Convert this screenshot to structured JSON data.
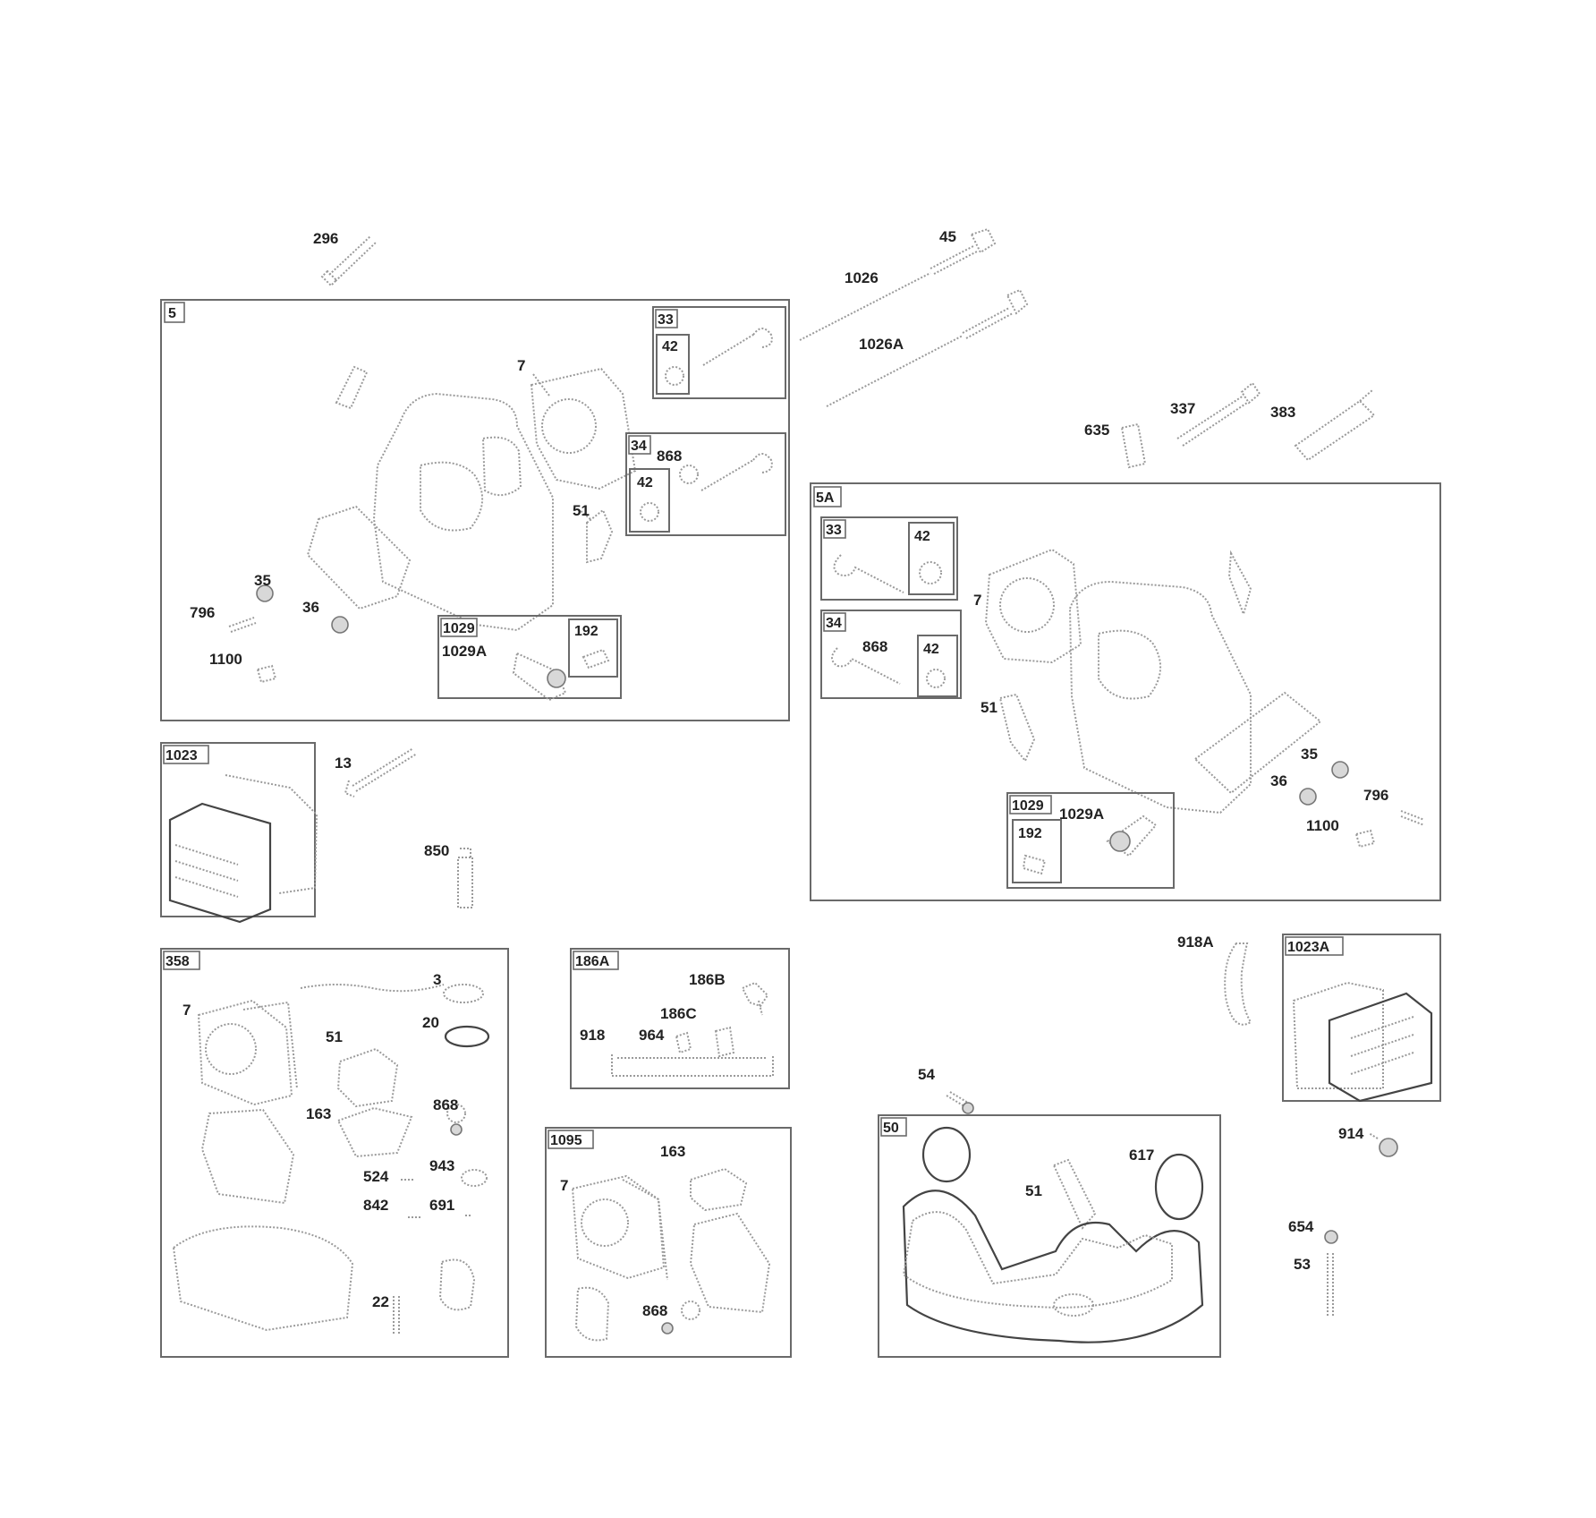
{
  "diagram": {
    "floating_labels": {
      "l296": "296",
      "l45": "45",
      "l1026": "1026",
      "l1026A": "1026A",
      "l635": "635",
      "l337": "337",
      "l383": "383",
      "l13": "13",
      "l850": "850",
      "l918A": "918A",
      "l914": "914",
      "l54": "54",
      "l654": "654",
      "l53": "53"
    },
    "box_5": {
      "tag": "5",
      "labels": {
        "l7": "7",
        "l51": "51",
        "l35": "35",
        "l36": "36",
        "l796": "796",
        "l1100": "1100"
      },
      "sub_33": {
        "tag": "33",
        "l42": "42"
      },
      "sub_34": {
        "tag": "34",
        "l868": "868",
        "l42": "42"
      },
      "sub_1029": {
        "tag": "1029",
        "l1029A": "1029A",
        "l192": "192"
      }
    },
    "box_5A": {
      "tag": "5A",
      "labels": {
        "l7": "7",
        "l51": "51",
        "l35": "35",
        "l36": "36",
        "l796": "796",
        "l1100": "1100"
      },
      "sub_33": {
        "tag": "33",
        "l42": "42"
      },
      "sub_34": {
        "tag": "34",
        "l868": "868",
        "l42": "42"
      },
      "sub_1029": {
        "tag": "1029",
        "l1029A": "1029A",
        "l192": "192"
      }
    },
    "box_1023": {
      "tag": "1023"
    },
    "box_1023A": {
      "tag": "1023A"
    },
    "box_358": {
      "tag": "358",
      "labels": {
        "l7": "7",
        "l51": "51",
        "l3": "3",
        "l20": "20",
        "l163": "163",
        "l868": "868",
        "l524": "524",
        "l943": "943",
        "l842": "842",
        "l691": "691",
        "l22": "22"
      }
    },
    "box_186A": {
      "tag": "186A",
      "labels": {
        "l186B": "186B",
        "l186C": "186C",
        "l918": "918",
        "l964": "964"
      }
    },
    "box_1095": {
      "tag": "1095",
      "labels": {
        "l7": "7",
        "l163": "163",
        "l868": "868"
      }
    },
    "box_50": {
      "tag": "50",
      "labels": {
        "l51": "51",
        "l617": "617"
      }
    }
  }
}
